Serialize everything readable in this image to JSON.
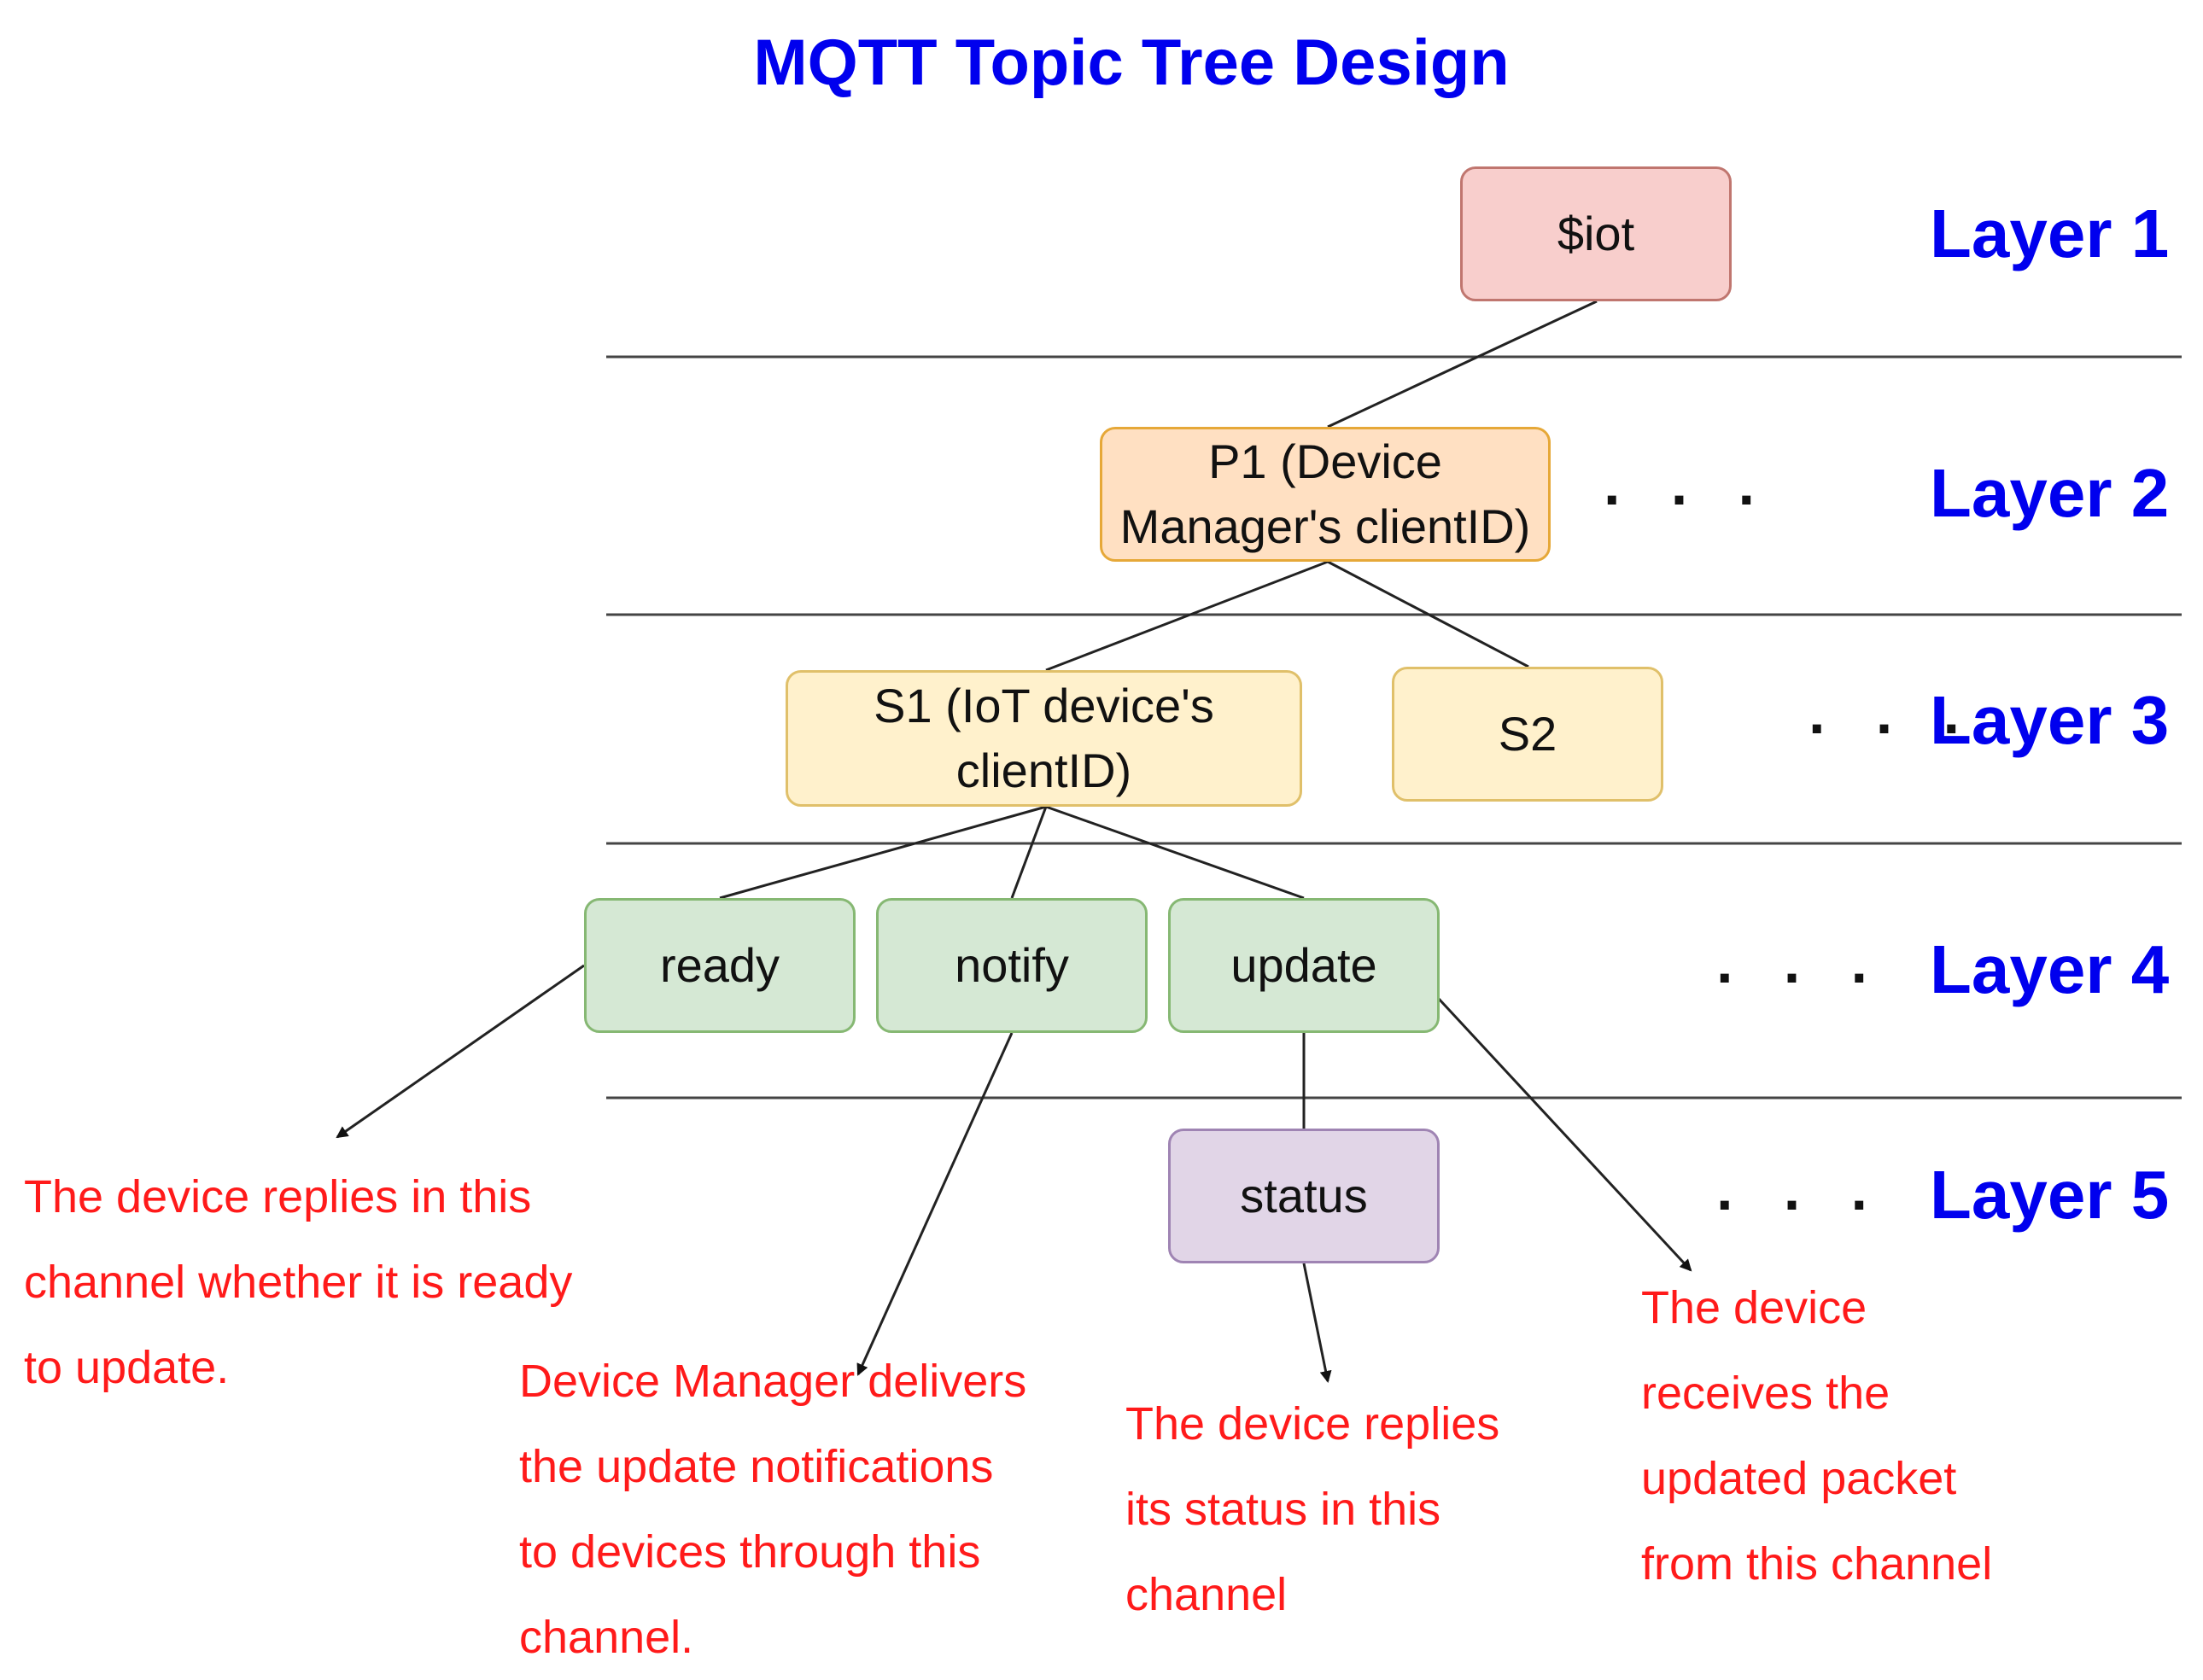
{
  "title": "MQTT Topic Tree Design",
  "layers": [
    "Layer 1",
    "Layer 2",
    "Layer 3",
    "Layer 4",
    "Layer 5"
  ],
  "nodes": {
    "root": "$iot",
    "p1": [
      "P1 (Device",
      "Manager's clientID)"
    ],
    "s1": [
      "S1 (IoT device's",
      "clientID)"
    ],
    "s2": "S2",
    "ready": "ready",
    "notify": "notify",
    "update": "update",
    "status": "status"
  },
  "ellipsis": "· · ·",
  "notes": {
    "ready": [
      "The device replies in this",
      "channel whether it is ready",
      "to update."
    ],
    "notify": [
      "Device Manager delivers",
      "the update notifications",
      "to devices through this",
      "channel."
    ],
    "status": [
      "The device replies",
      "its status in this",
      "channel"
    ],
    "update": [
      "The device",
      "receives the",
      "updated packet",
      "from this channel"
    ]
  },
  "colors": {
    "title": "#0000ee",
    "note_text": "#ff1a1a",
    "root_fill": "#f8cecc",
    "layer2_fill": "#ffe0c2",
    "layer3_fill": "#fff1cc",
    "layer4_fill": "#d5e8d4",
    "layer5_fill": "#e1d5e7"
  }
}
